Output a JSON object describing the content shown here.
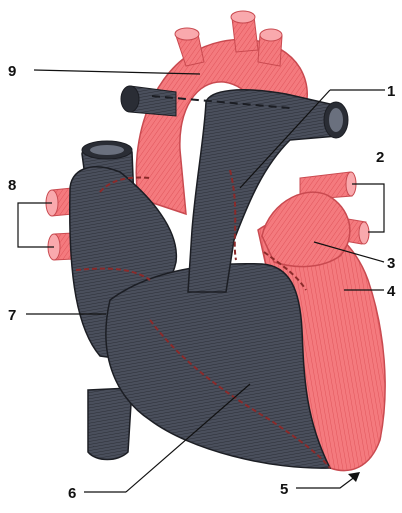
{
  "figure": {
    "colors": {
      "arterial": "#f47a7e",
      "arterial_line": "#c94a50",
      "venous": "#4a4f5c",
      "venous_line": "#1c1e24",
      "vessel_mark": "#8b2a2a",
      "leader": "#111111"
    },
    "labels": {
      "l1": "1",
      "l2": "2",
      "l3": "3",
      "l4": "4",
      "l5": "5",
      "l6": "6",
      "l7": "7",
      "l8": "8",
      "l9": "9"
    }
  }
}
